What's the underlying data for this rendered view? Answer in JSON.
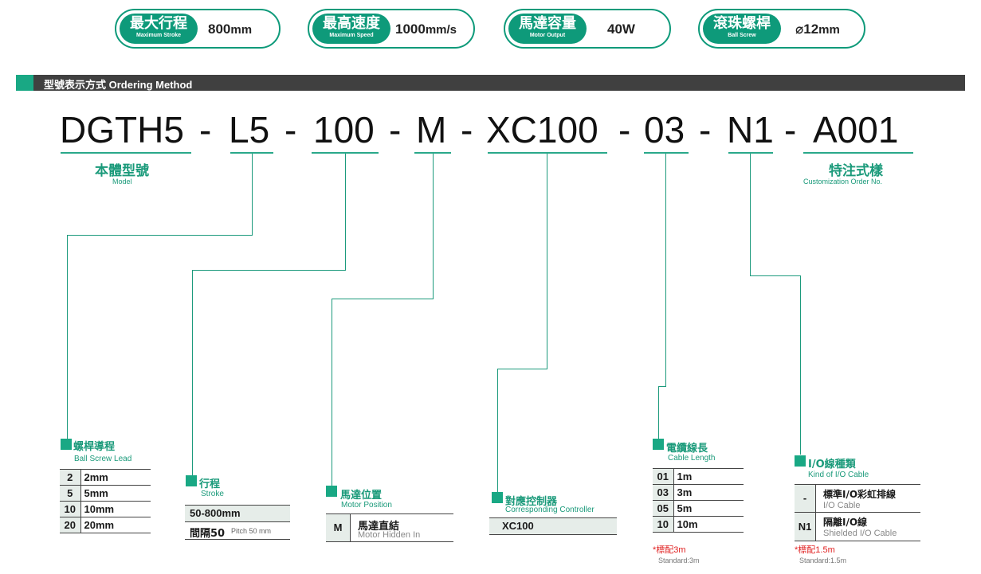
{
  "specs": [
    {
      "zh": "最大行程",
      "en": "Maximum Stroke",
      "value": "800",
      "unit": "mm"
    },
    {
      "zh": "最高速度",
      "en": "Maximum Speed",
      "value": "1000",
      "unit": "mm/s"
    },
    {
      "zh": "馬達容量",
      "en": "Motor Output",
      "value": "40W",
      "unit": ""
    },
    {
      "zh": "滾珠螺桿",
      "en": "Ball Screw",
      "value": "⌀12",
      "unit": "mm"
    }
  ],
  "section": {
    "zh": "型號表示方式",
    "en": "Ordering Method"
  },
  "code": {
    "model": "DGTH5",
    "lead": "L5",
    "stroke": "100",
    "motor": "M",
    "controller": "XC100",
    "cable": "03",
    "io": "N1",
    "custom": "A001",
    "sep": "-"
  },
  "captions": {
    "model_zh": "本體型號",
    "model_en": "Model",
    "custom_zh": "特注式樣",
    "custom_en": "Customization Order No."
  },
  "lead": {
    "zh": "螺桿導程",
    "en": "Ball Screw Lead",
    "rows": [
      [
        "2",
        "2mm"
      ],
      [
        "5",
        "5mm"
      ],
      [
        "10",
        "10mm"
      ],
      [
        "20",
        "20mm"
      ]
    ]
  },
  "stroke": {
    "zh": "行程",
    "en": "Stroke",
    "range": "50-800mm",
    "pitch_zh": "間隔50",
    "pitch_en": "Pitch 50 mm"
  },
  "motor": {
    "zh": "馬達位置",
    "en": "Motor Position",
    "code": "M",
    "desc_zh": "馬達直結",
    "desc_en": "Motor Hidden In"
  },
  "controller": {
    "zh": "對應控制器",
    "en": "Corresponding Controller",
    "value": "XC100"
  },
  "cable": {
    "zh": "電纜線長",
    "en": "Cable Length",
    "rows": [
      [
        "01",
        "1m"
      ],
      [
        "03",
        "3m"
      ],
      [
        "05",
        "5m"
      ],
      [
        "10",
        "10m"
      ]
    ],
    "note_zh": "*標配3m",
    "note_en": "Standard:3m"
  },
  "io": {
    "zh": "I/O線種類",
    "en": "Kind of I/O Cable",
    "rows": [
      {
        "code": "-",
        "zh": "標準I/O彩虹排線",
        "en": "I/O Cable"
      },
      {
        "code": "N1",
        "zh": "隔離I/O線",
        "en": "Shielded I/O Cable"
      }
    ],
    "note_zh": "*標配1.5m",
    "note_en": "Standard:1.5m"
  },
  "colors": {
    "accent": "#19a884",
    "bar": "#404040",
    "note": "#e02020"
  }
}
